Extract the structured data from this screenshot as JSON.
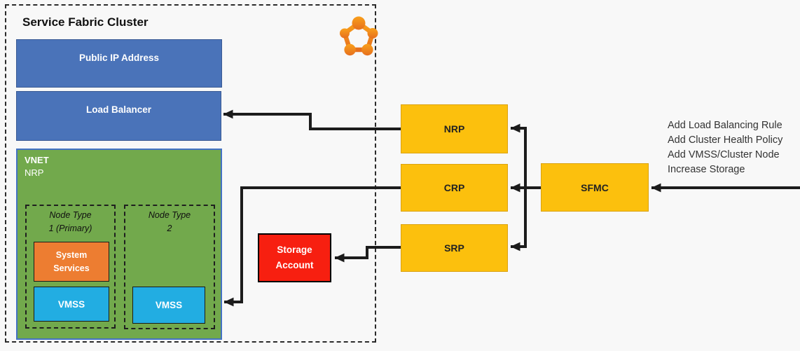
{
  "colors": {
    "canvas-bg": "#f8f8f8",
    "blue-box": "#4a73b9",
    "blue-box-border": "#3a5a94",
    "green-box": "#72a94c",
    "green-box-border": "#4472c4",
    "orange-box": "#ed7d31",
    "cyan-box": "#22ade2",
    "yellow-box": "#fcc00d",
    "yellow-box-border": "#dba210",
    "red-box": "#f71f10",
    "arrow": "#1c1c1c",
    "icon-orange-light": "#f9a01b",
    "icon-orange-dark": "#e66f1e"
  },
  "icons": {
    "service_fabric": "pentagon-node-cluster"
  },
  "cluster": {
    "title": "Service Fabric Cluster",
    "public_ip": "Public IP Address",
    "load_balancer": "Load Balancer",
    "vnet_label": "VNET",
    "vnet_sublabel": "NRP",
    "node_type_1": "Node Type\n1 (Primary)",
    "node_type_2": "Node Type\n2",
    "system_services": "System Services",
    "vmss_1": "VMSS",
    "vmss_2": "VMSS"
  },
  "providers": {
    "nrp": "NRP",
    "crp": "CRP",
    "srp": "SRP",
    "sfmc": "SFMC"
  },
  "storage_account": "Storage Account",
  "annotations": [
    "Add Load Balancing Rule",
    "Add Cluster Health Policy",
    "Add VMSS/Cluster Node",
    "Increase Storage"
  ]
}
